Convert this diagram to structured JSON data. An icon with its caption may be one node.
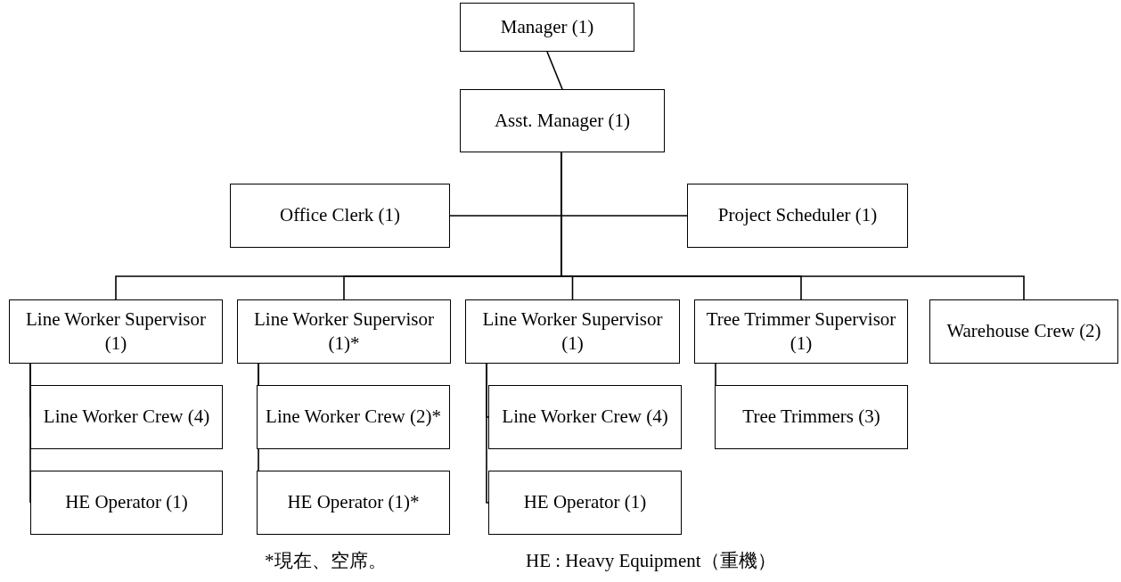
{
  "diagram": {
    "nodes": [
      {
        "text": [
          "Manager (1)"
        ]
      },
      {
        "text": [
          "Asst. Manager (1)"
        ]
      },
      {
        "text": [
          "Office Clerk (1)"
        ]
      },
      {
        "text": [
          "Project Scheduler (1)"
        ]
      },
      {
        "text": [
          "Line Worker Supervisor (1)"
        ]
      },
      {
        "text": [
          "Line Worker Supervisor (1)*"
        ]
      },
      {
        "text": [
          "Line Worker Supervisor (1)"
        ]
      },
      {
        "text": [
          "Tree Trimmer Supervisor (1)"
        ]
      },
      {
        "text": [
          "Warehouse Crew (2)"
        ]
      },
      {
        "text": [
          "Line Worker Crew (4)"
        ]
      },
      {
        "text": [
          "HE Operator (1)"
        ]
      },
      {
        "text": [
          "Line Worker Crew (2)*"
        ]
      },
      {
        "text": [
          "HE Operator (1)*"
        ]
      },
      {
        "text": [
          "Line Worker Crew (4)"
        ]
      },
      {
        "text": [
          "HE Operator (1)"
        ]
      },
      {
        "text": [
          "Tree Trimmers (3)"
        ]
      }
    ],
    "edges": [
      {
        "from": 0,
        "to": 1,
        "arrow": "none"
      },
      {
        "from": 1,
        "to": 2,
        "arrow": "none"
      },
      {
        "from": 1,
        "to": 3,
        "arrow": "none"
      },
      {
        "from": 1,
        "to": 4,
        "arrow": "none"
      },
      {
        "from": 1,
        "to": 5,
        "arrow": "none"
      },
      {
        "from": 1,
        "to": 6,
        "arrow": "none"
      },
      {
        "from": 1,
        "to": 7,
        "arrow": "none"
      },
      {
        "from": 1,
        "to": 8,
        "arrow": "none"
      },
      {
        "from": 4,
        "to": 9,
        "arrow": "none"
      },
      {
        "from": 4,
        "to": 10,
        "arrow": "none"
      },
      {
        "from": 5,
        "to": 11,
        "arrow": "none"
      },
      {
        "from": 5,
        "to": 12,
        "arrow": "none"
      },
      {
        "from": 6,
        "to": 13,
        "arrow": "none"
      },
      {
        "from": 6,
        "to": 14,
        "arrow": "none"
      },
      {
        "from": 7,
        "to": 15,
        "arrow": "none"
      }
    ],
    "labels": [
      "*現在、空席。",
      "HE : Heavy Equipment（重機）"
    ]
  }
}
